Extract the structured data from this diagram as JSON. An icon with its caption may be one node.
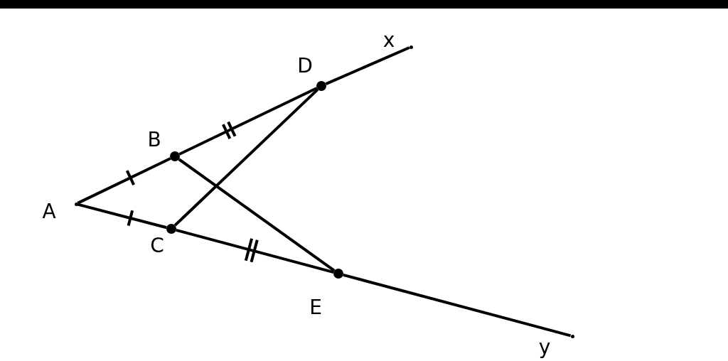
{
  "diagram": {
    "nodes": [
      {
        "text": [],
        "shape": "point",
        "beside": [
          "A"
        ]
      },
      {
        "text": [],
        "shape": "circle",
        "beside": [
          "B"
        ]
      },
      {
        "text": [],
        "shape": "circle",
        "beside": [
          "D"
        ]
      },
      {
        "text": [],
        "shape": "point",
        "beside": [
          "x"
        ]
      },
      {
        "text": [],
        "shape": "circle",
        "beside": [
          "C"
        ]
      },
      {
        "text": [],
        "shape": "circle",
        "beside": [
          "E"
        ]
      },
      {
        "text": [],
        "shape": "point",
        "beside": [
          "y"
        ]
      }
    ],
    "edges": [
      {
        "from": 0,
        "to": 1,
        "arrow": "none"
      },
      {
        "from": 1,
        "to": 2,
        "arrow": "none"
      },
      {
        "from": 2,
        "to": 3,
        "arrow": "none"
      },
      {
        "from": 0,
        "to": 4,
        "arrow": "none"
      },
      {
        "from": 4,
        "to": 5,
        "arrow": "none"
      },
      {
        "from": 5,
        "to": 6,
        "arrow": "none"
      },
      {
        "from": 1,
        "to": 5,
        "arrow": "none"
      },
      {
        "from": 4,
        "to": 2,
        "arrow": "none"
      }
    ]
  }
}
